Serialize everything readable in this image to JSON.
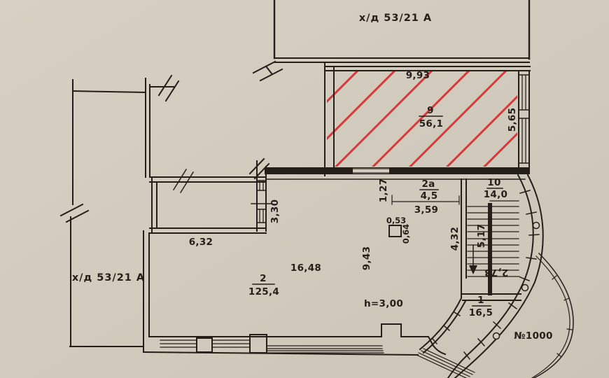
{
  "plan": {
    "type": "scanned architectural floor plan",
    "colors": {
      "paper": "#d2ccbf",
      "ink": "#241f19",
      "hatch_red": "#d63a3a"
    },
    "labels": {
      "top_parcel": "х/д 53/21 А",
      "left_parcel": "х/д 53/21 А",
      "house_number": "№1000",
      "ceiling_height": "h=3,00",
      "dim_993": "9,93",
      "dim_565": "5,65",
      "dim_127": "1,27",
      "dim_359": "3,59",
      "dim_330": "3,30",
      "dim_632": "6,32",
      "dim_1648": "16,48",
      "dim_943": "9,43",
      "dim_432": "4,32",
      "dim_517": "5,17",
      "dim_273": "2,73",
      "dim_053": "0,53",
      "dim_064": "0,64"
    },
    "rooms": {
      "r9": {
        "number": "9",
        "area": "56,1",
        "hatched": true
      },
      "r2": {
        "number": "2",
        "area": "125,4",
        "hatched": false
      },
      "r2a": {
        "number": "2а",
        "area": "4,5",
        "hatched": false
      },
      "r10": {
        "number": "10",
        "area": "14,0",
        "hatched": false
      },
      "r1": {
        "number": "1",
        "area": "16,5",
        "hatched": false
      }
    }
  }
}
